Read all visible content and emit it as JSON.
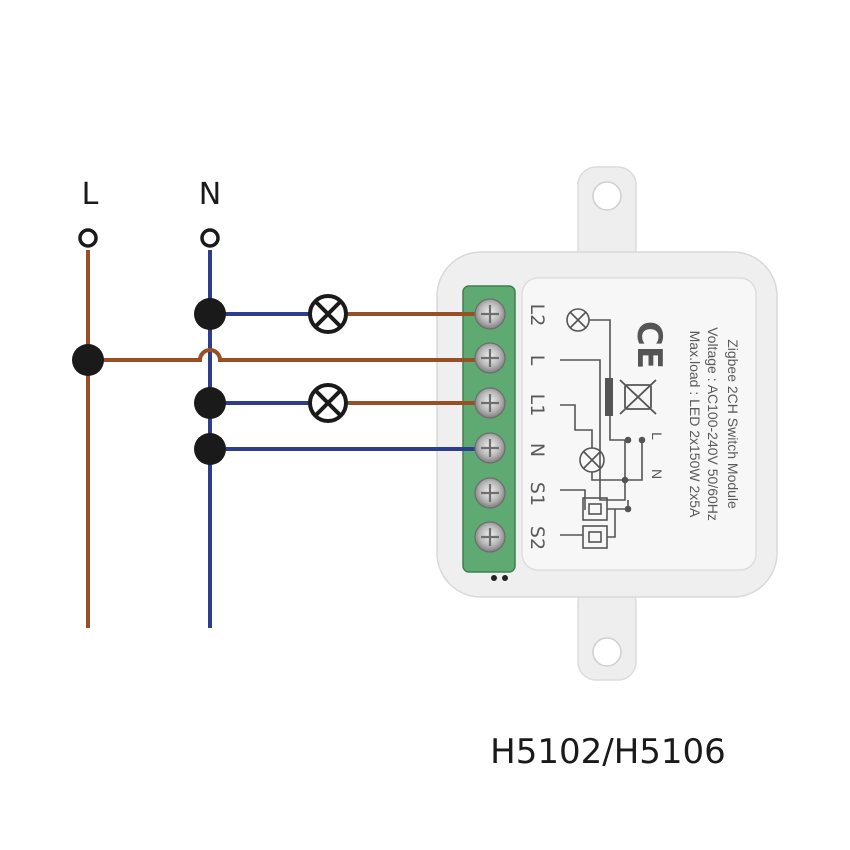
{
  "labels": {
    "live": "L",
    "neutral": "N",
    "model": "H5102/H5106"
  },
  "module": {
    "title": "Zigbee 2CH Switch Module",
    "voltage": "Voltage : AC100-240V 50/60Hz",
    "maxload": "Max.load : LED 2x150W  2x5A",
    "mark": "CE",
    "terminals": [
      "L2",
      "L",
      "L1",
      "N",
      "S1",
      "S2"
    ],
    "schematic_l": "L",
    "schematic_n": "N"
  },
  "colors": {
    "live_wire": "#9a4e25",
    "neutral_wire": "#2e3d8c",
    "terminal_block": "#5faa72",
    "module_body": "#efefef",
    "junction": "#1a1a1a"
  }
}
